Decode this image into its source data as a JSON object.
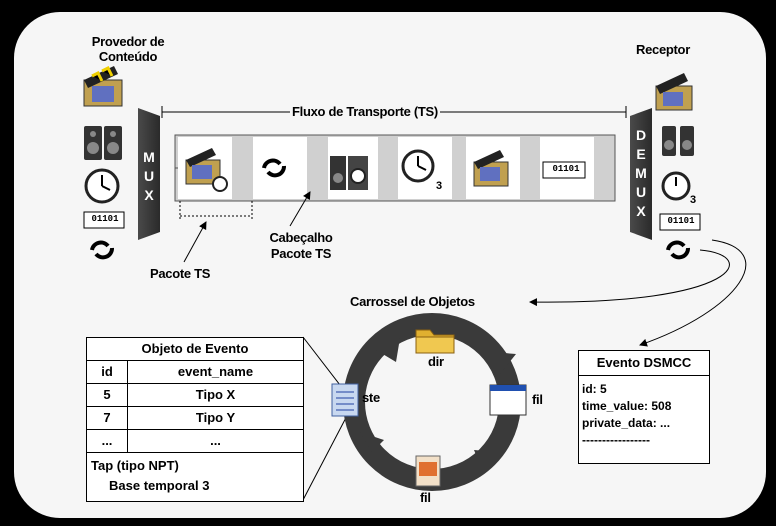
{
  "labels": {
    "provider_line1": "Provedor de",
    "provider_line2": "Conteúdo",
    "receiver": "Receptor",
    "ts_stream": "Fluxo de Transporte (TS)",
    "mux": [
      "M",
      "U",
      "X"
    ],
    "demux": [
      "D",
      "E",
      "M",
      "U",
      "X"
    ],
    "header_line1": "Cabeçalho",
    "header_line2": "Pacote TS",
    "ts_packet": "Pacote TS",
    "carousel": "Carrossel de Objetos",
    "binary": "01101",
    "clock_sub": "3"
  },
  "carousel_nodes": {
    "dir": "dir",
    "fil_right": "fil",
    "fil_bottom": "fil",
    "ste": "ste"
  },
  "event_object": {
    "title": "Objeto de Evento",
    "headers": [
      "id",
      "event_name"
    ],
    "rows": [
      [
        "5",
        "Tipo X"
      ],
      [
        "7",
        "Tipo Y"
      ],
      [
        "...",
        "..."
      ]
    ],
    "tap_line1": "Tap (tipo NPT)",
    "tap_line2": "Base temporal 3"
  },
  "dsmcc_event": {
    "title": "Evento DSMCC",
    "lines": [
      "id: 5",
      "time_value: 508",
      "private_data: ...",
      "-----------------"
    ]
  }
}
